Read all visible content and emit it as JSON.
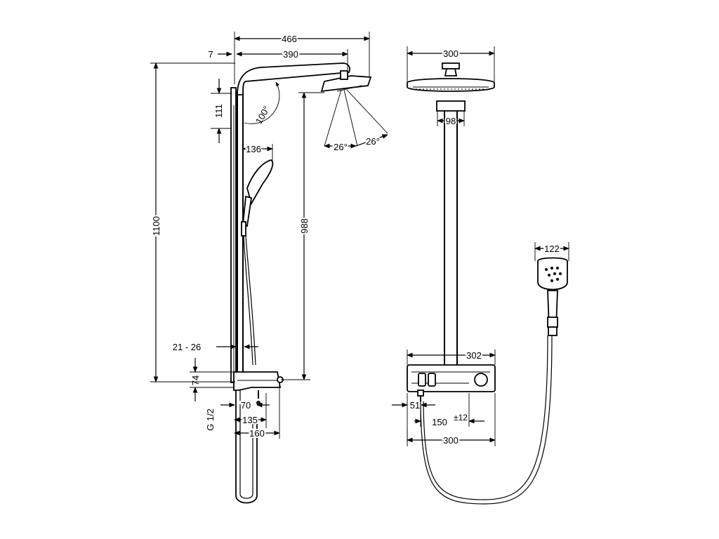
{
  "side_view": {
    "dims": {
      "overall_width": "466",
      "arm_length": "390",
      "wall_gap": "7",
      "angle_arm": "100°",
      "spray_angle_left": "26°",
      "spray_angle_right": "26°",
      "bracket_height": "111",
      "handshower_offset": "136",
      "total_height": "1100",
      "head_height": "988",
      "pipe_range": "21 - 26",
      "shelf_height": "74",
      "inlet_spacing": "70",
      "depth_135": "135",
      "depth_160": "160",
      "thread": "G 1/2"
    }
  },
  "front_view": {
    "dims": {
      "head_width": "300",
      "arm_width": "98",
      "handshower_width": "122",
      "shelf_width": "302",
      "inlet_offset": "51",
      "inlet_spacing": "150",
      "inlet_tolerance": "±12",
      "base_width": "300"
    }
  }
}
